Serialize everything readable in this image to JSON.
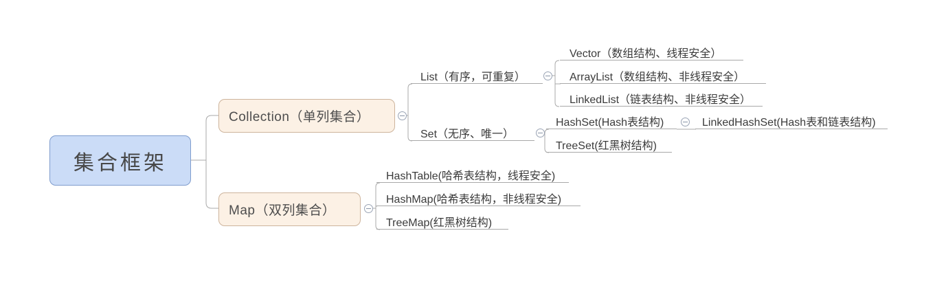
{
  "palette": {
    "root_fill": "#cbdcf7",
    "root_border": "#7e9ccd",
    "branch_fill": "#fcf1e5",
    "branch_border": "#cdb49c",
    "connector_line": "#a8a8a8",
    "text": "#3b3b3b"
  },
  "mindmap": {
    "root": {
      "label": "集合框架"
    },
    "branches": [
      {
        "label": "Collection（单列集合）",
        "children": [
          {
            "label": "List（有序，可重复）",
            "children": [
              {
                "label": "Vector（数组结构、线程安全）"
              },
              {
                "label": "ArrayList（数组结构、非线程安全）"
              },
              {
                "label": "LinkedList（链表结构、非线程安全）"
              }
            ]
          },
          {
            "label": "Set（无序、唯一）",
            "children": [
              {
                "label": "HashSet(Hash表结构)",
                "children": [
                  {
                    "label": "LinkedHashSet(Hash表和链表结构)"
                  }
                ]
              },
              {
                "label": "TreeSet(红黑树结构)"
              }
            ]
          }
        ]
      },
      {
        "label": "Map（双列集合）",
        "children": [
          {
            "label": "HashTable(哈希表结构，线程安全)"
          },
          {
            "label": "HashMap(哈希表结构，非线程安全)"
          },
          {
            "label": "TreeMap(红黑树结构)"
          }
        ]
      }
    ]
  }
}
